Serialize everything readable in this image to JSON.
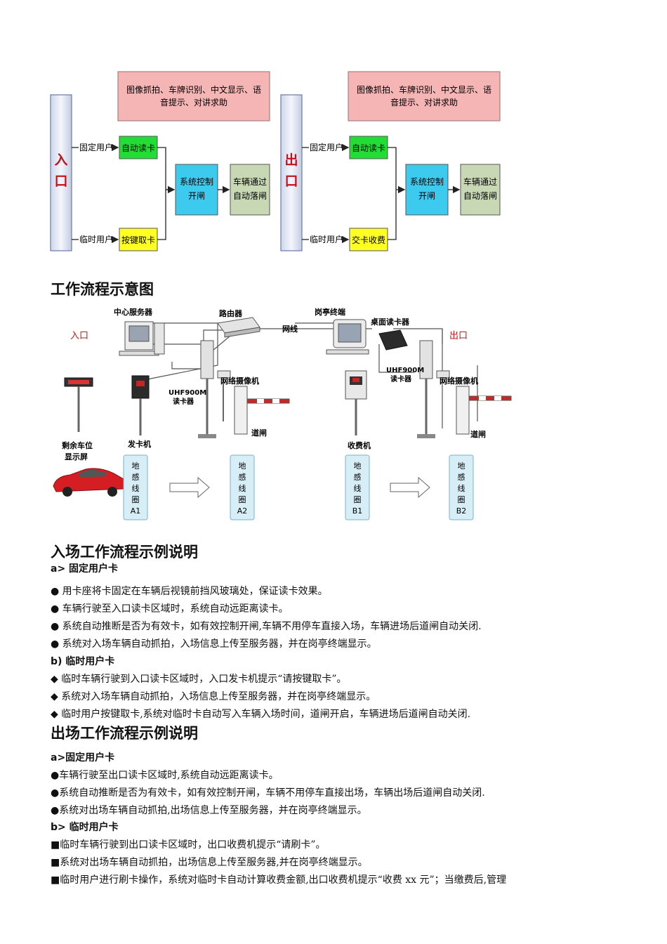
{
  "flow": {
    "entry": {
      "gate": "入口",
      "top_box": "图像抓拍、车牌识别、中文显示、语音提示、对讲求助",
      "top_box_l1": "图像抓拍、车牌识别、中文显示、语",
      "top_box_l2": "音提示、对讲求助",
      "fixed_user": "固定用户",
      "fixed_action": "自动读卡",
      "temp_user": "临时用户",
      "temp_action": "按键取卡",
      "control_l1": "系统控制",
      "control_l2": "开闸",
      "result_l1": "车辆通过",
      "result_l2": "自动落闸"
    },
    "exit": {
      "gate": "出口",
      "top_box_l1": "图像抓拍、车牌识别、中文显示、语",
      "top_box_l2": "音提示、对讲求助",
      "fixed_user": "固定用户",
      "fixed_action": "自动读卡",
      "temp_user": "临时用户",
      "temp_action": "交卡收费",
      "control_l1": "系统控制",
      "control_l2": "开闸",
      "result_l1": "车辆通过",
      "result_l2": "自动落闸"
    }
  },
  "caption1": "工作流程示意图",
  "system": {
    "entry_label": "入口",
    "exit_label": "出口",
    "server": "中心服务器",
    "router": "路由器",
    "network": "网线",
    "booth": "岗亭终端",
    "desk_reader": "桌面读卡器",
    "uhf_l1": "UHF900M",
    "uhf_l2": "读卡器",
    "camera": "网络摄像机",
    "barrier": "道闸",
    "card_machine": "发卡机",
    "toll_machine": "收费机",
    "display_l1": "剩余车位",
    "display_l2": "显示屏",
    "coil_chars": [
      "地",
      "感",
      "线",
      "圈"
    ],
    "coils": [
      "A1",
      "A2",
      "B1",
      "B2"
    ]
  },
  "entry_section": {
    "title": "入场工作流程示例说明",
    "a_label": "a>  固定用户卡",
    "a_items": [
      "●  用卡座将卡固定在车辆后视镜前挡风玻璃处，保证读卡效果。",
      "●  车辆行驶至入口读卡区域时，系统自动远距离读卡。",
      "●  系统自动推断是否为有效卡，如有效控制开闸,车辆不用停车直接入场，车辆进场后道闸自动关闭.",
      "●  系统对入场车辆自动抓拍，入场信息上传至服务器，并在岗亭终端显示。"
    ],
    "b_label": "b) 临时用户卡",
    "b_items": [
      "◆  临时车辆行驶到入口读卡区域时，入口发卡机提示“请按键取卡”。",
      "◆   系统对入场车辆自动抓拍，入场信息上传至服务器，并在岗亭终端显示。",
      "◆  临时用户按键取卡,系统对临时卡自动写入车辆入场时间，道闸开启，车辆进场后道闸自动关闭."
    ]
  },
  "exit_section": {
    "title": "出场工作流程示例说明",
    "a_label": "a>固定用户卡",
    "a_items": [
      "●车辆行驶至出口读卡区域时,系统自动远距离读卡。",
      "●系统自动推断是否为有效卡，如有效控制开闸，车辆不用停车直接出场，车辆出场后道闸自动关闭.",
      "●系统对出场车辆自动抓拍,出场信息上传至服务器，并在岗亭终端显示。"
    ],
    "b_label": "b>   临时用户卡",
    "b_items": [
      "■临时车辆行驶到出口读卡区域时，出口收费机提示“请刷卡”。",
      "■系统对出场车辆自动抓拍，出场信息上传至服务器,并在岗亭终端显示。",
      "■临时用户进行刷卡操作，系统对临时卡自动计算收费金额,出口收费机提示“收费 xx 元”；当缴费后,管理"
    ]
  }
}
